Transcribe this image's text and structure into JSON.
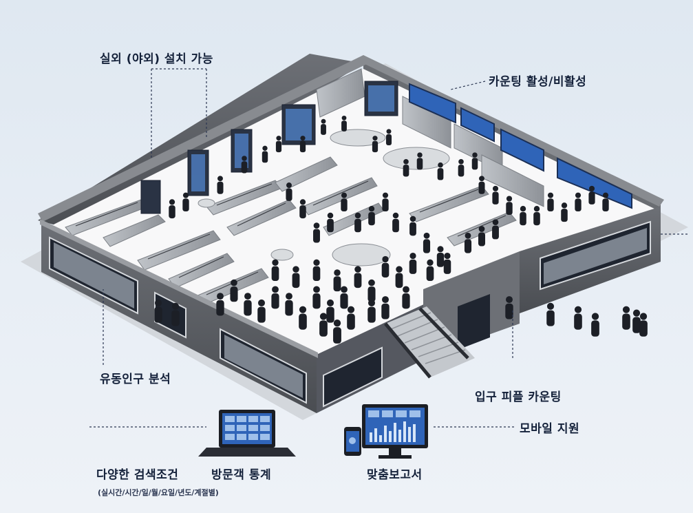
{
  "labels": {
    "outdoor_install": "실외 (야외) 설치 가능",
    "counting_toggle": "카운팅 활성/비활성",
    "foot_traffic": "유동인구 분석",
    "entrance_counting": "입구 피플 카운팅",
    "mobile_support": "모바일 지원",
    "search_conditions": "다양한 검색조건",
    "search_conditions_detail": "(실시간/시간/일/월/요일/년도/계절별)",
    "visitor_stats": "방문객 통계",
    "custom_report": "맞춤보고서"
  },
  "colors": {
    "background": "#e4ecf4",
    "wall": "#5b5e63",
    "floor": "#f7f7f8",
    "screen": "#2f64b8",
    "text": "#14213a"
  },
  "icons": [
    "monitor-icon",
    "laptop-icon",
    "mobile-phone-icon",
    "person-icon"
  ]
}
